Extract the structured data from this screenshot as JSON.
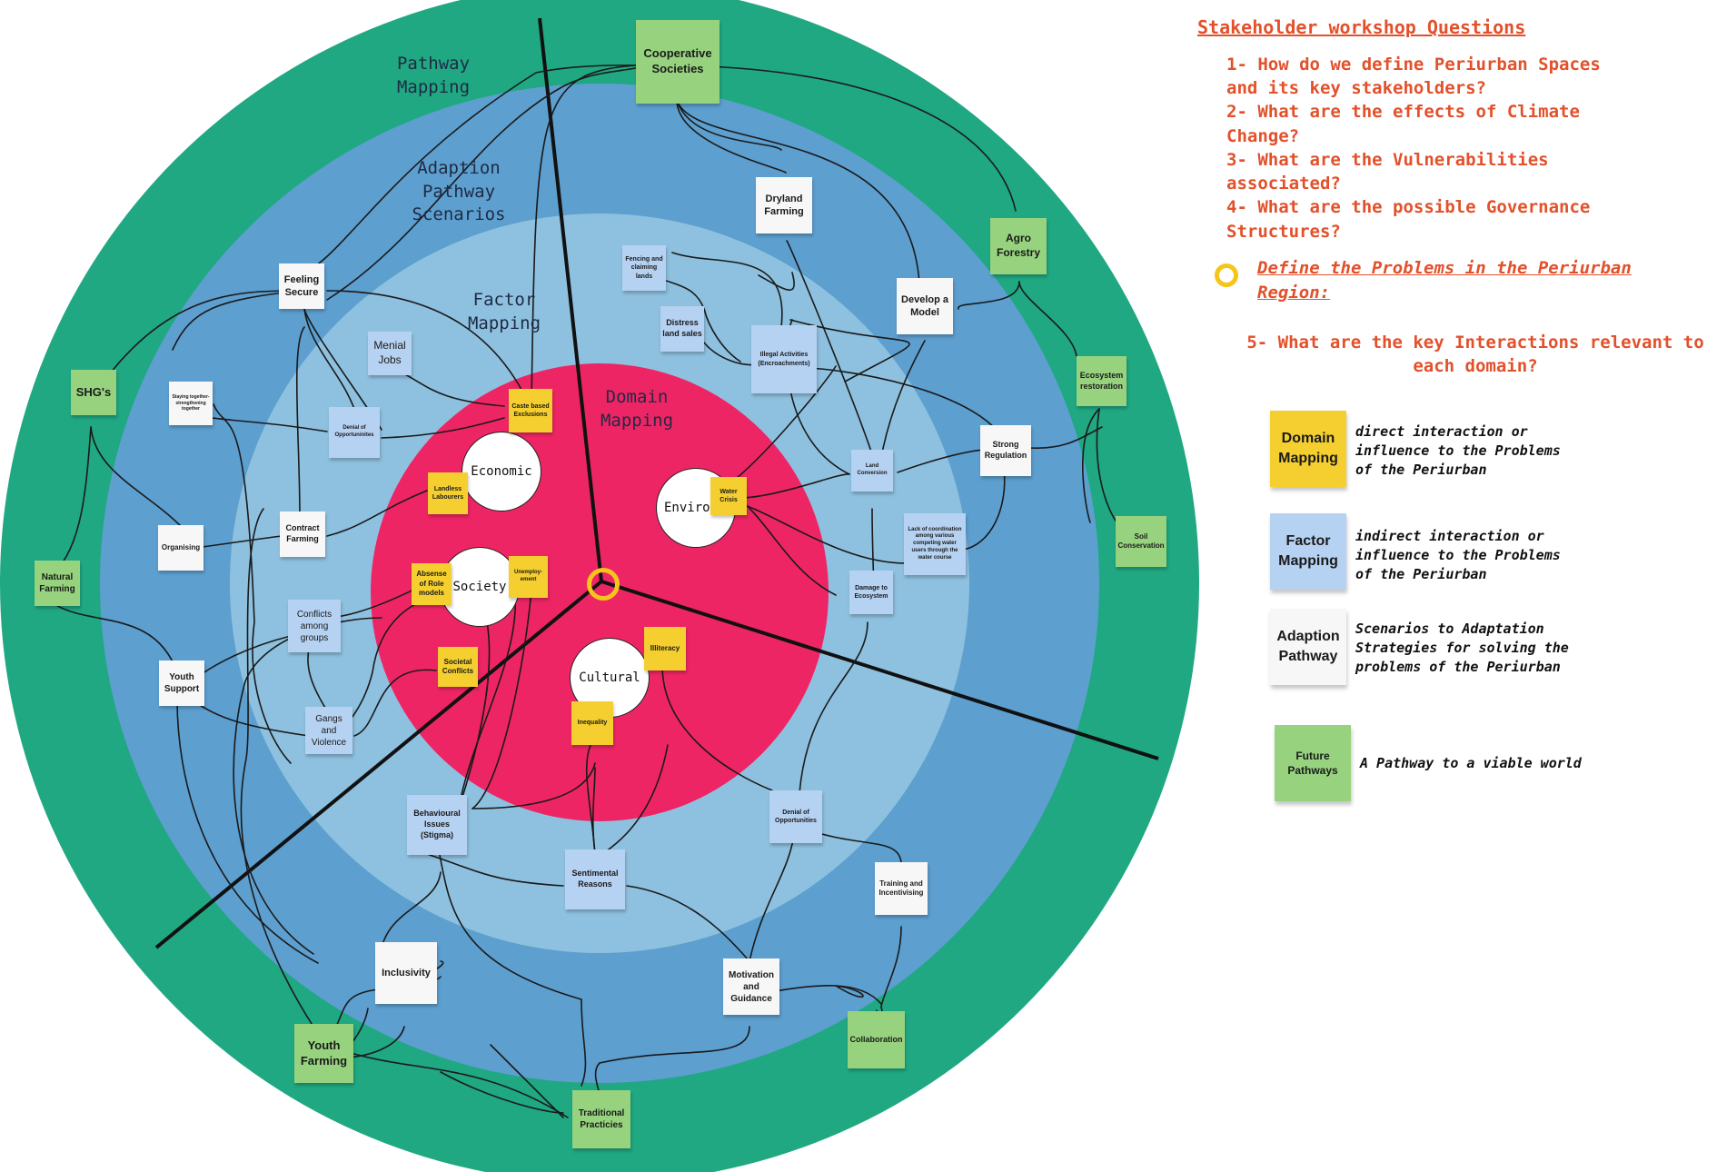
{
  "colors": {
    "outer_ring": "#1fa882",
    "adaption_ring": "#5d9fcf",
    "factor_ring": "#8ec1df",
    "domain_core": "#ee2565",
    "domain_note": "#f5cf2f",
    "factor_note": "#b6d2f2",
    "adaption_note": "#f7f7f7",
    "future_note": "#97d37f",
    "question_text": "#e2512b",
    "marker_ring": "#f5c51b"
  },
  "ring_labels": {
    "pathway": "Pathway\nMapping",
    "adaption": "Adaption\nPathway\nScenarios",
    "factor": "Factor\nMapping",
    "domain": "Domain\nMapping"
  },
  "domains": {
    "economic": "Economic",
    "environment": "Environm...",
    "society": "Society",
    "cultural": "Cultural"
  },
  "notes": {
    "cooperative_societies": "Cooperative Societies",
    "agro_forestry": "Agro Forestry",
    "ecosystem_restoration": "Ecosystem restoration",
    "soil_conservation": "Soil Conservation",
    "collaboration": "Collaboration",
    "traditional_practicies": "Traditional Practicies",
    "youth_farming": "Youth Farming",
    "natural_farming": "Natural Farming",
    "shgs": "SHG's",
    "dryland_farming": "Dryland Farming",
    "develop_a_model": "Develop a Model",
    "strong_regulation": "Strong Regulation",
    "training_and_incentivising": "Training and Incentivising",
    "motivation_and_guidance": "Motivation and Guidance",
    "inclusivity": "Inclusivity",
    "youth_support": "Youth Support",
    "organising": "Organising",
    "staying_together": "Staying together- strengthening together",
    "feeling_secure": "Feeling Secure",
    "contract_farming": "Contract Farming",
    "fencing_and_claiming_lands": "Fencing and claiming lands",
    "distress_land_sales": "Distress land sales",
    "illegal_activities": "Illegal Activities (Encroachments)",
    "land_conversion": "Land Conversion",
    "lack_of_coordination": "Lack of coordination among various competing water users through the water course",
    "damage_to_ecosystem": "Damage to Ecosystem",
    "denial_of_opportunities_right": "Denial of Opportunities",
    "sentimental_reasons": "Sentimental Reasons",
    "behavioural_issues": "Behavioural Issues (Stigma)",
    "gangs_and_violence": "Gangs and Violence",
    "conflicts_among_groups": "Conflicts among groups",
    "menial_jobs": "Menial Jobs",
    "denial_of_opportunities_left": "Denial of Opportuninites",
    "caste_based_exclusions": "Caste based Exclusions",
    "landless_labourers": "Landless Labourers",
    "absense_of_role_models": "Absense of Role models",
    "unemployment": "Unemploy- ement",
    "societal_conflicts": "Societal Conflicts",
    "inequality": "Inequality",
    "illiteracy": "Illiteracy",
    "water_crisis": "Water Crisis"
  },
  "questions": {
    "title": "Stakeholder workshop Questions",
    "q1": "1- How do we define Periurban Spaces and its key stakeholders?",
    "q2": "2- What are the effects of Climate Change?",
    "q3": "3- What are the Vulnerabilities associated?",
    "q4": "4- What are the possible Governance Structures?",
    "problems": "Define the Problems in the Periurban Region:",
    "q5": "5- What are the key Interactions relevant to each domain?"
  },
  "legend": [
    {
      "note": "Domain Mapping",
      "desc": "direct interaction or\ninfluence to the Problems\nof the Periurban",
      "color": "#f5cf2f"
    },
    {
      "note": "Factor Mapping",
      "desc": "indirect interaction or\ninfluence to the Problems\nof the Periurban",
      "color": "#b6d2f2"
    },
    {
      "note": "Adaption Pathway",
      "desc": "Scenarios to Adaptation\nStrategies for solving the\nproblems of the Periurban",
      "color": "#f7f7f7"
    },
    {
      "note": "Future Pathways",
      "desc": "A Pathway to a viable world",
      "color": "#97d37f"
    }
  ]
}
